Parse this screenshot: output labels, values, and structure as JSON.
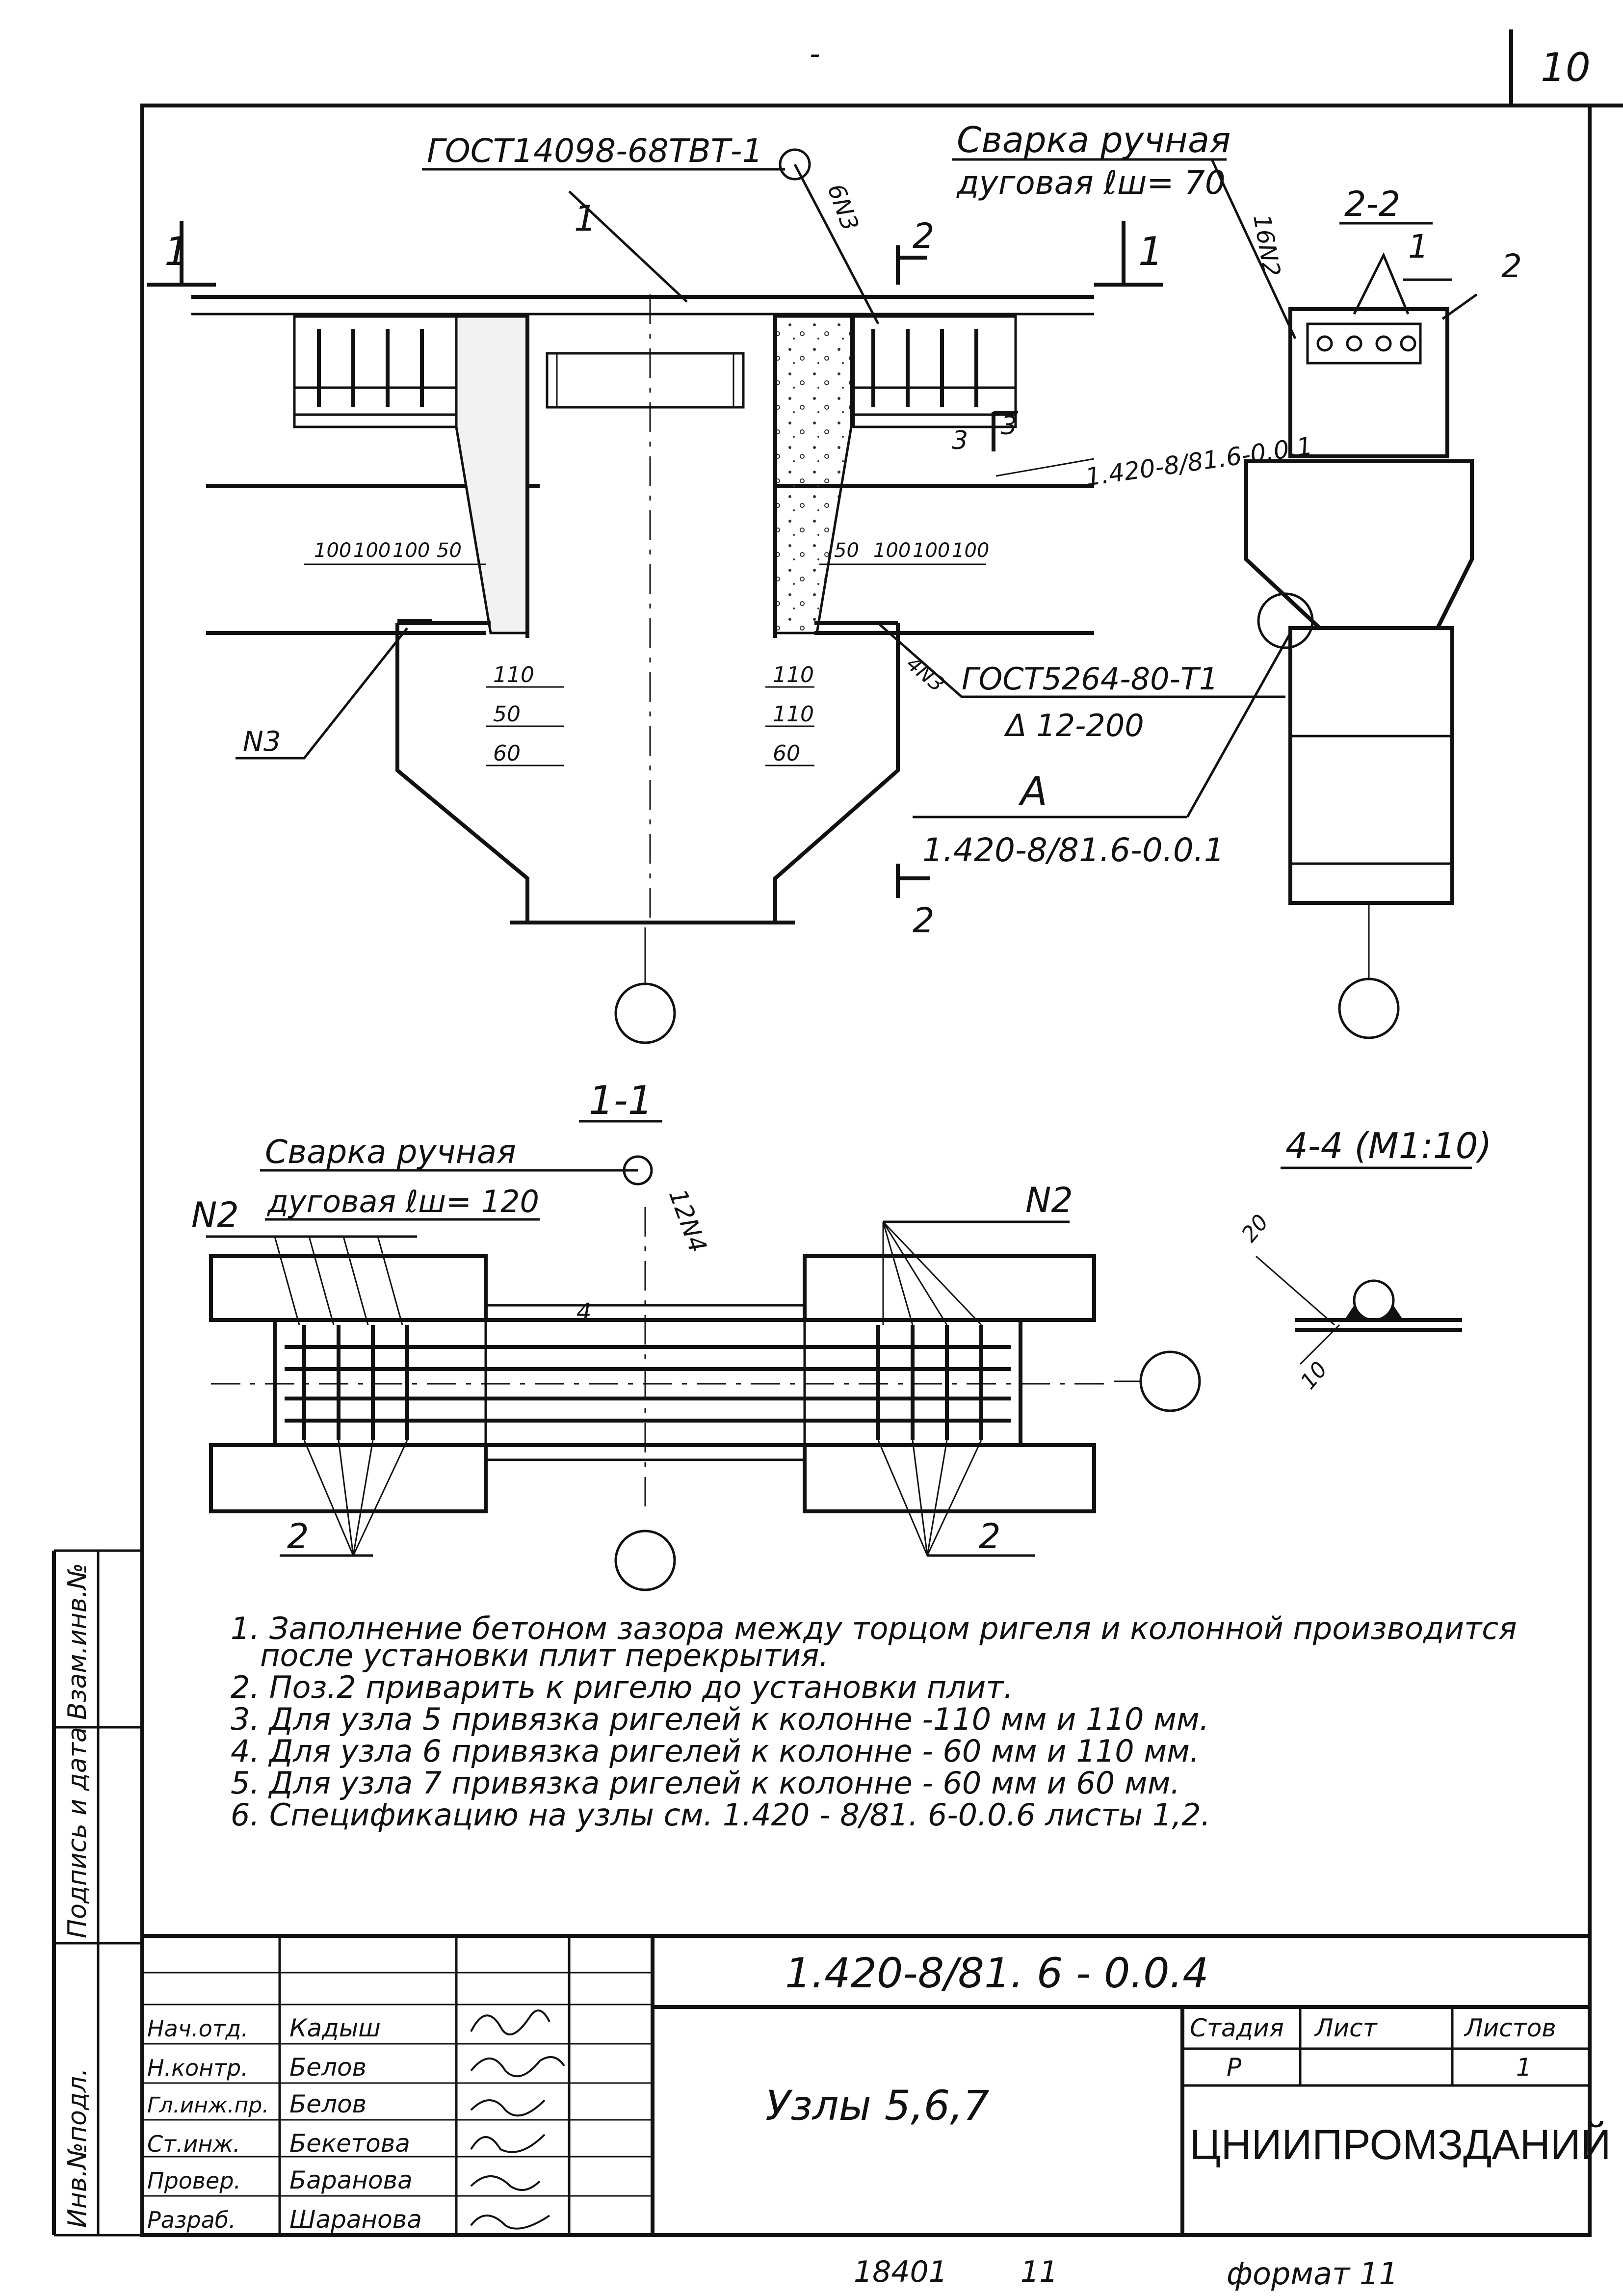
{
  "sheet": {
    "page_number": "10",
    "top_dash": "-"
  },
  "view_elevation": {
    "callout_gost_top": "ГОСТ14098-68ТВТ-1",
    "callout_weld_1": "Сварка ручная",
    "callout_weld_2": "дуговая  ℓш= 70",
    "weld_tag_left": "6N3",
    "weld_tag_right": "16N2",
    "section_1_left": "1",
    "section_1_right": "1",
    "section_2_top": "2",
    "section_2_bottom": "2",
    "label_pos1": "1",
    "section_3_left": "3",
    "section_3_right": "3",
    "ref_top_right": "1.420-8/81.6-0.0.1",
    "dims_left": [
      "100",
      "100",
      "100",
      "50"
    ],
    "dims_right": [
      "50",
      "100",
      "100",
      "100"
    ],
    "dims_col_left": [
      "110",
      "50",
      "60"
    ],
    "dims_col_right": [
      "110",
      "110",
      "60"
    ],
    "tag_n3": "N3",
    "weld_tag_4n3": "4N3",
    "gost_bottom": "ГОСТ5264-80-Т1",
    "gost_bottom_2": "Δ 12-200",
    "node_a": "А",
    "node_a_ref": "1.420-8/81.6-0.0.1"
  },
  "section_2_2": {
    "title": "2-2",
    "pos1": "1",
    "pos2": "2"
  },
  "section_1_1": {
    "title": "1-1",
    "weld_1": "Сварка ручная",
    "weld_2": "дуговая  ℓш= 120",
    "weld_tag": "12N4",
    "n2_left": "N2",
    "n2_right": "N2",
    "mark_4": "4",
    "pos2_left": "2",
    "pos2_right": "2"
  },
  "section_4_4": {
    "title": "4-4 (М1:10)",
    "dim_20": "20",
    "dim_10": "10"
  },
  "notes": [
    "1. Заполнение бетоном зазора между торцом ригеля и колонной производится",
    "после установки плит перекрытия.",
    "2. Поз.2 приварить к ригелю до установки плит.",
    "3. Для узла 5 привязка ригелей к колонне -110 мм и 110 мм.",
    "4. Для узла 6 привязка ригелей к колонне - 60 мм и 110 мм.",
    "5. Для узла 7 привязка ригелей к колонне - 60 мм и 60 мм.",
    "6. Спецификацию на узлы см. 1.420 - 8/81. 6-0.0.6 листы 1,2."
  ],
  "side_strip": [
    "Инв.№подл.",
    "Подпись и дата",
    "Взам.инв.№"
  ],
  "title_block": {
    "doc_code": "1.420-8/81. 6 - 0.0.4",
    "title": "Узлы 5,6,7",
    "stage_label": "Стадия",
    "sheet_label": "Лист",
    "sheets_label": "Листов",
    "stage_value": "Р",
    "sheets_value": "1",
    "org": "ЦНИИПРОМЗДАНИЙ",
    "people": [
      {
        "role": "Нач.отд.",
        "name": "Кадыш"
      },
      {
        "role": "Н.контр.",
        "name": "Белов"
      },
      {
        "role": "Гл.инж.пр.",
        "name": "Белов"
      },
      {
        "role": "Ст.инж.",
        "name": "Бекетова"
      },
      {
        "role": "Провер.",
        "name": "Баранова"
      },
      {
        "role": "Разраб.",
        "name": "Шаранова"
      }
    ]
  },
  "footer": {
    "number": "18401",
    "num2": "11",
    "format": "формат 11"
  }
}
